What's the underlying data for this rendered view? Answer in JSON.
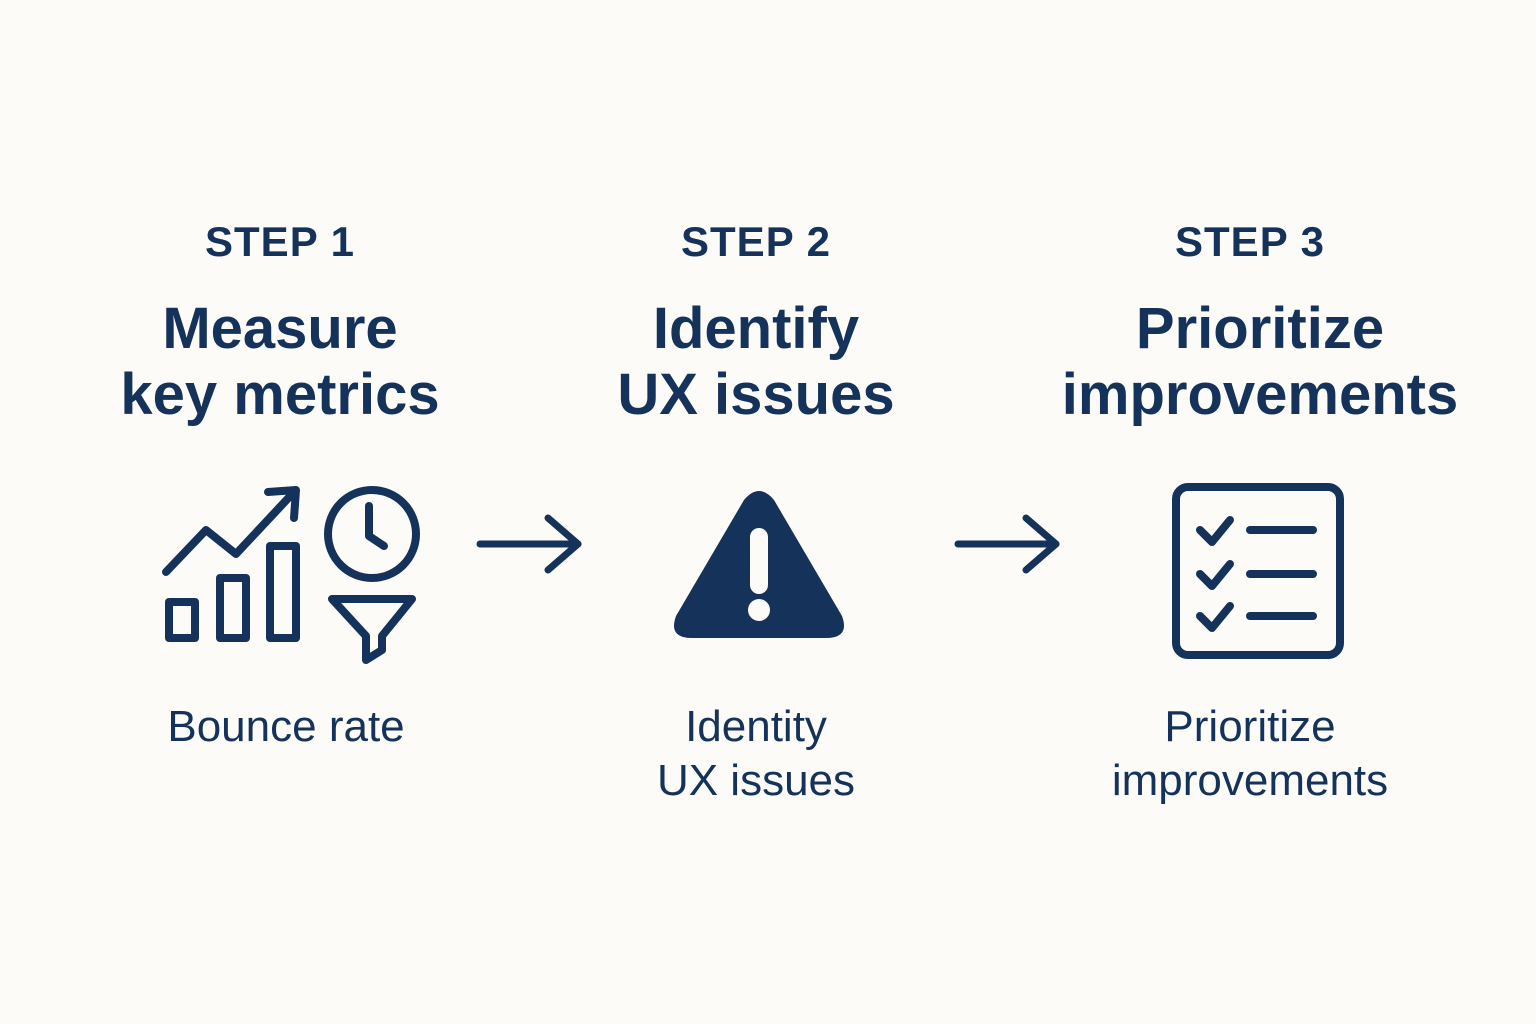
{
  "colors": {
    "background": "#fcfbf7",
    "primary": "#14325a"
  },
  "steps": [
    {
      "label": "STEP 1",
      "title": "Measure\nkey metrics",
      "icons": [
        "growth-bar-chart-icon",
        "clock-icon",
        "funnel-icon"
      ],
      "caption": "Bounce rate"
    },
    {
      "label": "STEP 2",
      "title": "Identify\nUX issues",
      "icons": [
        "warning-triangle-icon"
      ],
      "caption": "Identity\nUX issues"
    },
    {
      "label": "STEP 3",
      "title": "Prioritize\nimprovements",
      "icons": [
        "checklist-icon"
      ],
      "caption": "Prioritize\nimprovements"
    }
  ],
  "connectors": [
    "arrow-right-icon",
    "arrow-right-icon"
  ]
}
